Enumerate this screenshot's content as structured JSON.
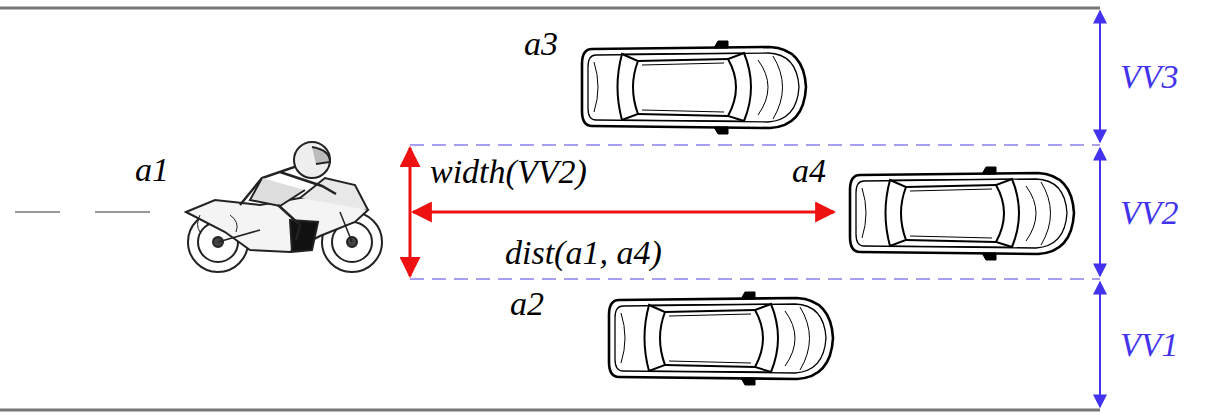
{
  "diagram": {
    "labels": [
      "a3",
      "a1",
      "width(VV2)",
      "a4",
      "dist(a1, a4)",
      "a2",
      "VV3",
      "VV2",
      "VV1"
    ]
  }
}
